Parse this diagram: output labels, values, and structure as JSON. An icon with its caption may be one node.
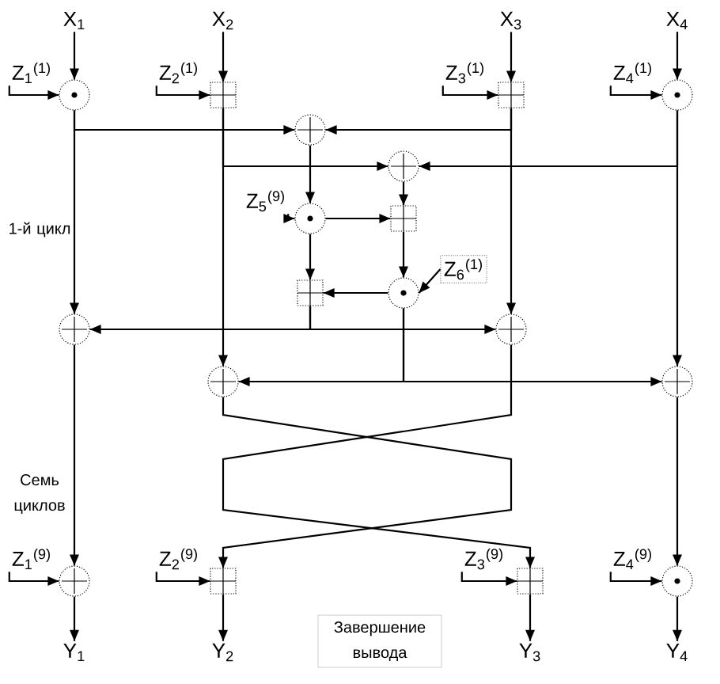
{
  "diagram": {
    "nodes": [
      {
        "text": [
          "X$_{1}$"
        ]
      },
      {
        "text": [
          "X$_{2}$"
        ]
      },
      {
        "text": [
          "X$_{3}$"
        ]
      },
      {
        "text": [
          "X$_{4}$"
        ]
      },
      {
        "text": [
          "Z$_{1}$$^{(1)}$"
        ]
      },
      {
        "text": [],
        "shape": "circle"
      },
      {
        "text": [
          "Z$_{2}$$^{(1)}$"
        ]
      },
      {
        "text": [],
        "shape": "box"
      },
      {
        "text": [
          "Z$_{3}$$^{(1)}$"
        ]
      },
      {
        "text": [],
        "shape": "box"
      },
      {
        "text": [
          "Z$_{4}$$^{(1)}$"
        ]
      },
      {
        "text": [],
        "shape": "circle"
      },
      {
        "text": [],
        "shape": "circle"
      },
      {
        "text": [],
        "shape": "circle"
      },
      {
        "text": [
          "Z$_{5}$$^{(9)}$"
        ]
      },
      {
        "text": [],
        "shape": "circle"
      },
      {
        "text": [],
        "shape": "box"
      },
      {
        "text": [
          "Z$_{6}$$^{(1)}$"
        ]
      },
      {
        "text": [],
        "shape": "circle"
      },
      {
        "text": [],
        "shape": "box"
      },
      {
        "text": [],
        "shape": "circle"
      },
      {
        "text": [],
        "shape": "circle"
      },
      {
        "text": [],
        "shape": "circle"
      },
      {
        "text": [],
        "shape": "circle"
      },
      {
        "text": [
          "Z$_{1}$$^{(9)}$"
        ]
      },
      {
        "text": [],
        "shape": "circle"
      },
      {
        "text": [
          "Z$_{2}$$^{(9)}$"
        ]
      },
      {
        "text": [],
        "shape": "box"
      },
      {
        "text": [
          "Z$_{3}$$^{(9)}$"
        ]
      },
      {
        "text": [],
        "shape": "box"
      },
      {
        "text": [
          "Z$_{4}$$^{(9)}$"
        ]
      },
      {
        "text": [],
        "shape": "circle"
      },
      {
        "text": [
          "Y$_{1}$"
        ]
      },
      {
        "text": [
          "Y$_{2}$"
        ]
      },
      {
        "text": [
          "Y$_{3}$"
        ]
      },
      {
        "text": [
          "Y$_{4}$"
        ]
      }
    ],
    "edges": [
      {
        "from": 0,
        "to": 5,
        "arrow": "to"
      },
      {
        "from": 4,
        "to": 5,
        "arrow": "to"
      },
      {
        "from": 1,
        "to": 7,
        "arrow": "to"
      },
      {
        "from": 6,
        "to": 7,
        "arrow": "to"
      },
      {
        "from": 2,
        "to": 9,
        "arrow": "to"
      },
      {
        "from": 8,
        "to": 9,
        "arrow": "to"
      },
      {
        "from": 3,
        "to": 11,
        "arrow": "to"
      },
      {
        "from": 10,
        "to": 11,
        "arrow": "to"
      },
      {
        "from": 5,
        "to": 12,
        "arrow": "to"
      },
      {
        "from": 9,
        "to": 12,
        "arrow": "to"
      },
      {
        "from": 7,
        "to": 13,
        "arrow": "to"
      },
      {
        "from": 11,
        "to": 13,
        "arrow": "to"
      },
      {
        "from": 12,
        "to": 15,
        "arrow": "to"
      },
      {
        "from": 14,
        "to": 15,
        "arrow": "to"
      },
      {
        "from": 15,
        "to": 16,
        "arrow": "to"
      },
      {
        "from": 13,
        "to": 16,
        "arrow": "to"
      },
      {
        "from": 16,
        "to": 18,
        "arrow": "to"
      },
      {
        "from": 17,
        "to": 18,
        "arrow": "to"
      },
      {
        "from": 15,
        "to": 19,
        "arrow": "to"
      },
      {
        "from": 18,
        "to": 19,
        "arrow": "to"
      },
      {
        "from": 5,
        "to": 20,
        "arrow": "to"
      },
      {
        "from": 19,
        "to": 20,
        "arrow": "to"
      },
      {
        "from": 9,
        "to": 21,
        "arrow": "to"
      },
      {
        "from": 19,
        "to": 21,
        "arrow": "to"
      },
      {
        "from": 7,
        "to": 22,
        "arrow": "to"
      },
      {
        "from": 18,
        "to": 22,
        "arrow": "to"
      },
      {
        "from": 11,
        "to": 23,
        "arrow": "to"
      },
      {
        "from": 18,
        "to": 23,
        "arrow": "to"
      },
      {
        "from": 20,
        "to": 25,
        "arrow": "to"
      },
      {
        "from": 22,
        "to": 27,
        "arrow": "to"
      },
      {
        "from": 21,
        "to": 29,
        "arrow": "to"
      },
      {
        "from": 23,
        "to": 31,
        "arrow": "to"
      },
      {
        "from": 24,
        "to": 25,
        "arrow": "to"
      },
      {
        "from": 26,
        "to": 27,
        "arrow": "to"
      },
      {
        "from": 28,
        "to": 29,
        "arrow": "to"
      },
      {
        "from": 30,
        "to": 31,
        "arrow": "to"
      },
      {
        "from": 25,
        "to": 32,
        "arrow": "to"
      },
      {
        "from": 27,
        "to": 33,
        "arrow": "to"
      },
      {
        "from": 29,
        "to": 34,
        "arrow": "to"
      },
      {
        "from": 31,
        "to": 35,
        "arrow": "to"
      }
    ],
    "labels": [
      "1-й цикл",
      "Семь циклов",
      "Завершение вывода"
    ]
  }
}
